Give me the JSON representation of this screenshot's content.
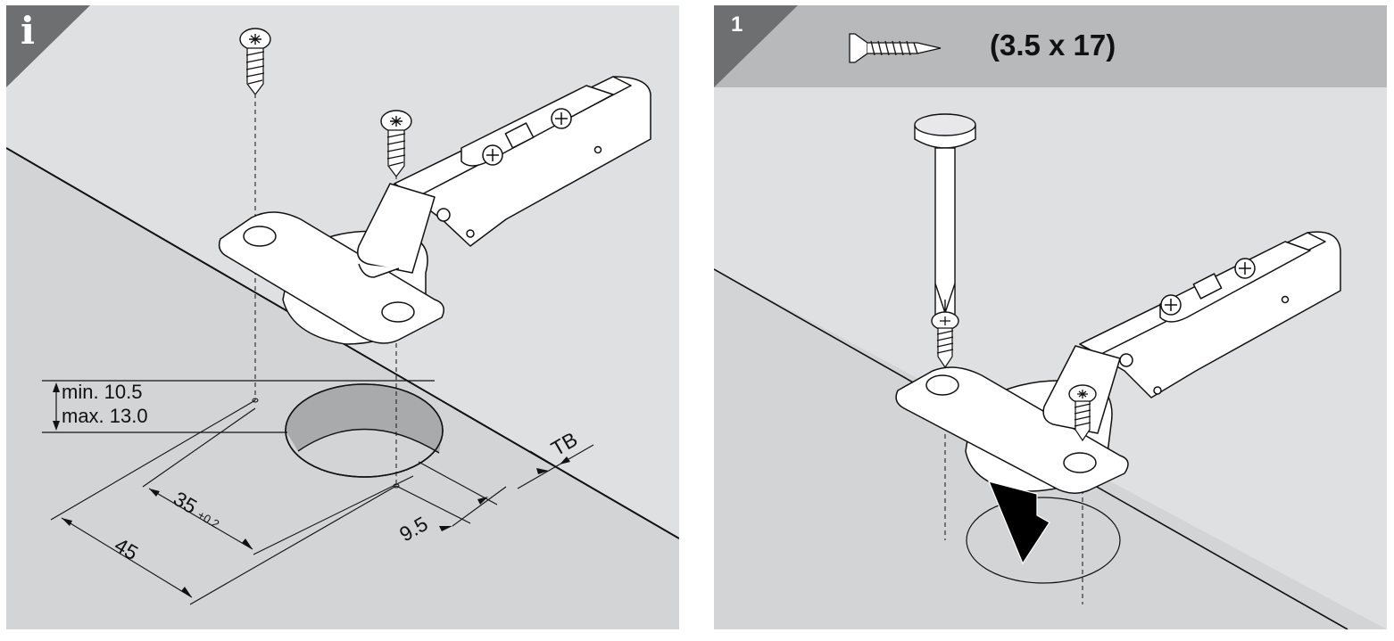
{
  "colors": {
    "panel_background": "#dfe0e2",
    "cabinet_surface": "#d3d4d6",
    "header_band": "#b8b9bb",
    "badge": "#6e6f71",
    "bore_inner": "#a9aaac",
    "line": "#111111",
    "hinge_fill": "#ffffff",
    "arrow": "#000000"
  },
  "info_panel": {
    "badge_icon": "info-icon",
    "badge_glyph": "i",
    "dimensions": {
      "depth_min": "min. 10.5",
      "depth_max": "max. 13.0",
      "bore_diameter": "35",
      "bore_tolerance": "+0.2",
      "screw_spacing": "45",
      "hole_offset": "9.5",
      "edge_distance": "TB"
    }
  },
  "step_panel": {
    "step_number": "1",
    "screw_icon": "screw-icon",
    "screw_spec": "(3.5 x 17)"
  }
}
